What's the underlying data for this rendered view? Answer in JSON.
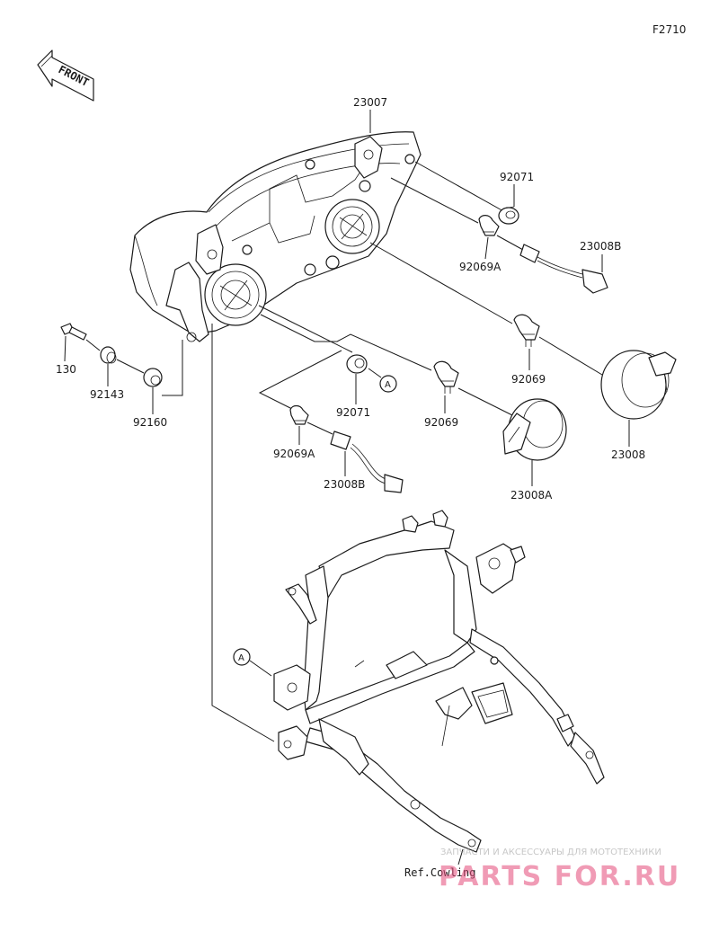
{
  "diagram": {
    "figure_code": "F2710",
    "front_arrow": "FRONT",
    "ref_label": "Ref.Cowling",
    "callout_ref": "A",
    "parts": {
      "p23007": "23007",
      "p92071_top": "92071",
      "p92069a_top": "92069A",
      "p23008b_top": "23008B",
      "p130": "130",
      "p92143": "92143",
      "p92160": "92160",
      "p92071_mid": "92071",
      "p92069_right": "92069",
      "p92069_mid": "92069",
      "p23008": "23008",
      "p92069a_mid": "92069A",
      "p23008b_mid": "23008B",
      "p23008a": "23008A"
    },
    "watermark": {
      "line1": "ЗАПЧАСТИ И АКСЕССУАРЫ ДЛЯ МОТОТЕХНИКИ",
      "line2": "PARTS FOR.RU"
    }
  }
}
